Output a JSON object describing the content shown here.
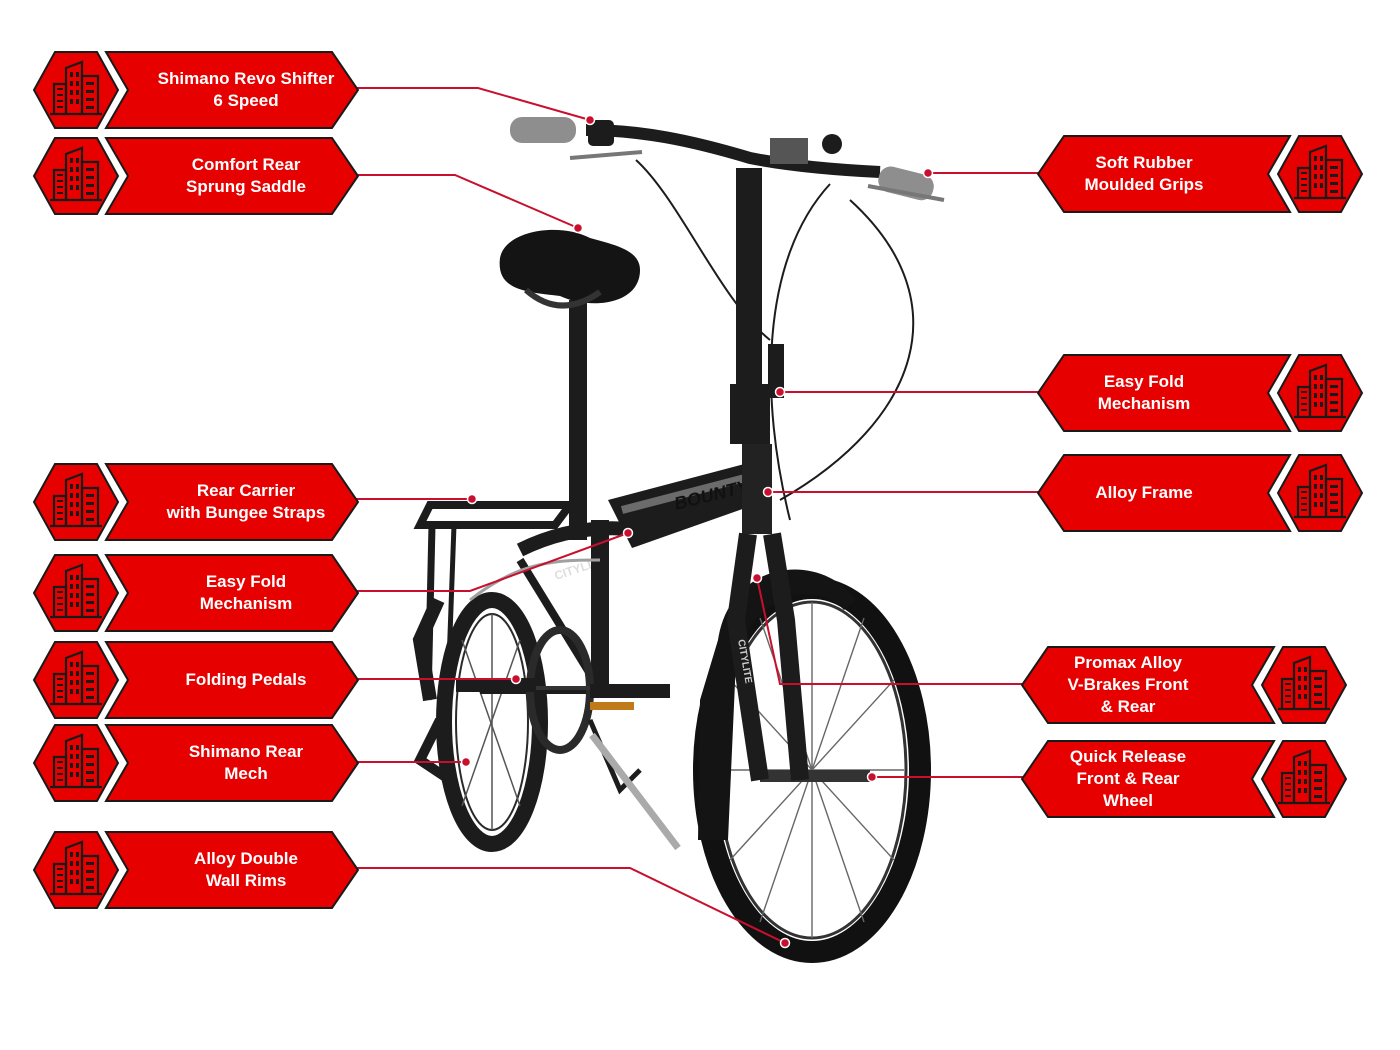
{
  "colors": {
    "callout_fill": "#e60000",
    "callout_outline": "#1a1a1a",
    "leader_line": "#c8102e",
    "bike_frame": "#1c1c1c",
    "bike_accent": "#6b6b6b"
  },
  "icon": "city-buildings-icon",
  "callouts": [
    {
      "id": "shifter",
      "side": "left",
      "text": "Shimano Revo Shifter\n6 Speed"
    },
    {
      "id": "saddle",
      "side": "left",
      "text": "Comfort Rear\nSprung Saddle"
    },
    {
      "id": "carrier",
      "side": "left",
      "text": "Rear Carrier\nwith Bungee Straps"
    },
    {
      "id": "fold-left",
      "side": "left",
      "text": "Easy Fold\nMechanism"
    },
    {
      "id": "pedals",
      "side": "left",
      "text": "Folding Pedals"
    },
    {
      "id": "mech",
      "side": "left",
      "text": "Shimano Rear\nMech"
    },
    {
      "id": "rims",
      "side": "left",
      "text": "Alloy Double\nWall Rims"
    },
    {
      "id": "grips",
      "side": "right",
      "text": "Soft Rubber\nMoulded Grips"
    },
    {
      "id": "fold-right",
      "side": "right",
      "text": "Easy Fold\nMechanism"
    },
    {
      "id": "frame",
      "side": "right",
      "text": "Alloy Frame"
    },
    {
      "id": "brakes",
      "side": "right",
      "text": "Promax Alloy\nV-Brakes Front\n& Rear"
    },
    {
      "id": "quick-release",
      "side": "right",
      "text": "Quick Release\nFront & Rear\nWheel"
    }
  ],
  "bike": {
    "frame_brand": "BOUNTY",
    "frame_model": "CITYLITE",
    "fork_text": "CITYLITE"
  }
}
